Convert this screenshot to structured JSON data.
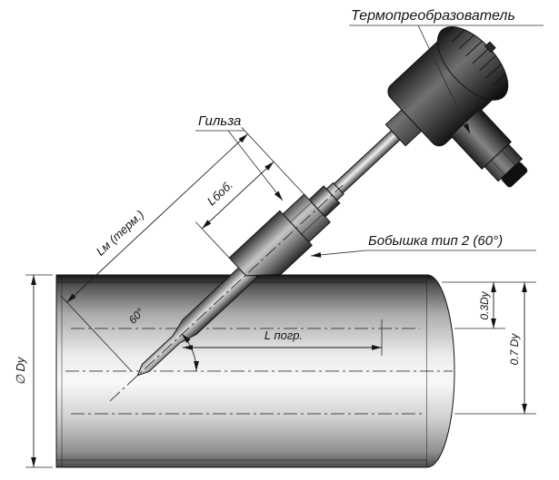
{
  "drawing": {
    "background": "#ffffff",
    "ink": "#1a1a1a",
    "callouts": {
      "transducer": "Термопреобразователь",
      "sleeve": "Гильза",
      "boss": "Бобышка тип 2 (60°)"
    },
    "dimensions": {
      "therm_length": "Lм (терм.)",
      "boss_length": "Lбоб.",
      "immersion": "L погр.",
      "diameter": "∅ Dy",
      "depth03": "0.3Dy",
      "depth07": "0.7 Dy",
      "angle": "60°"
    }
  }
}
